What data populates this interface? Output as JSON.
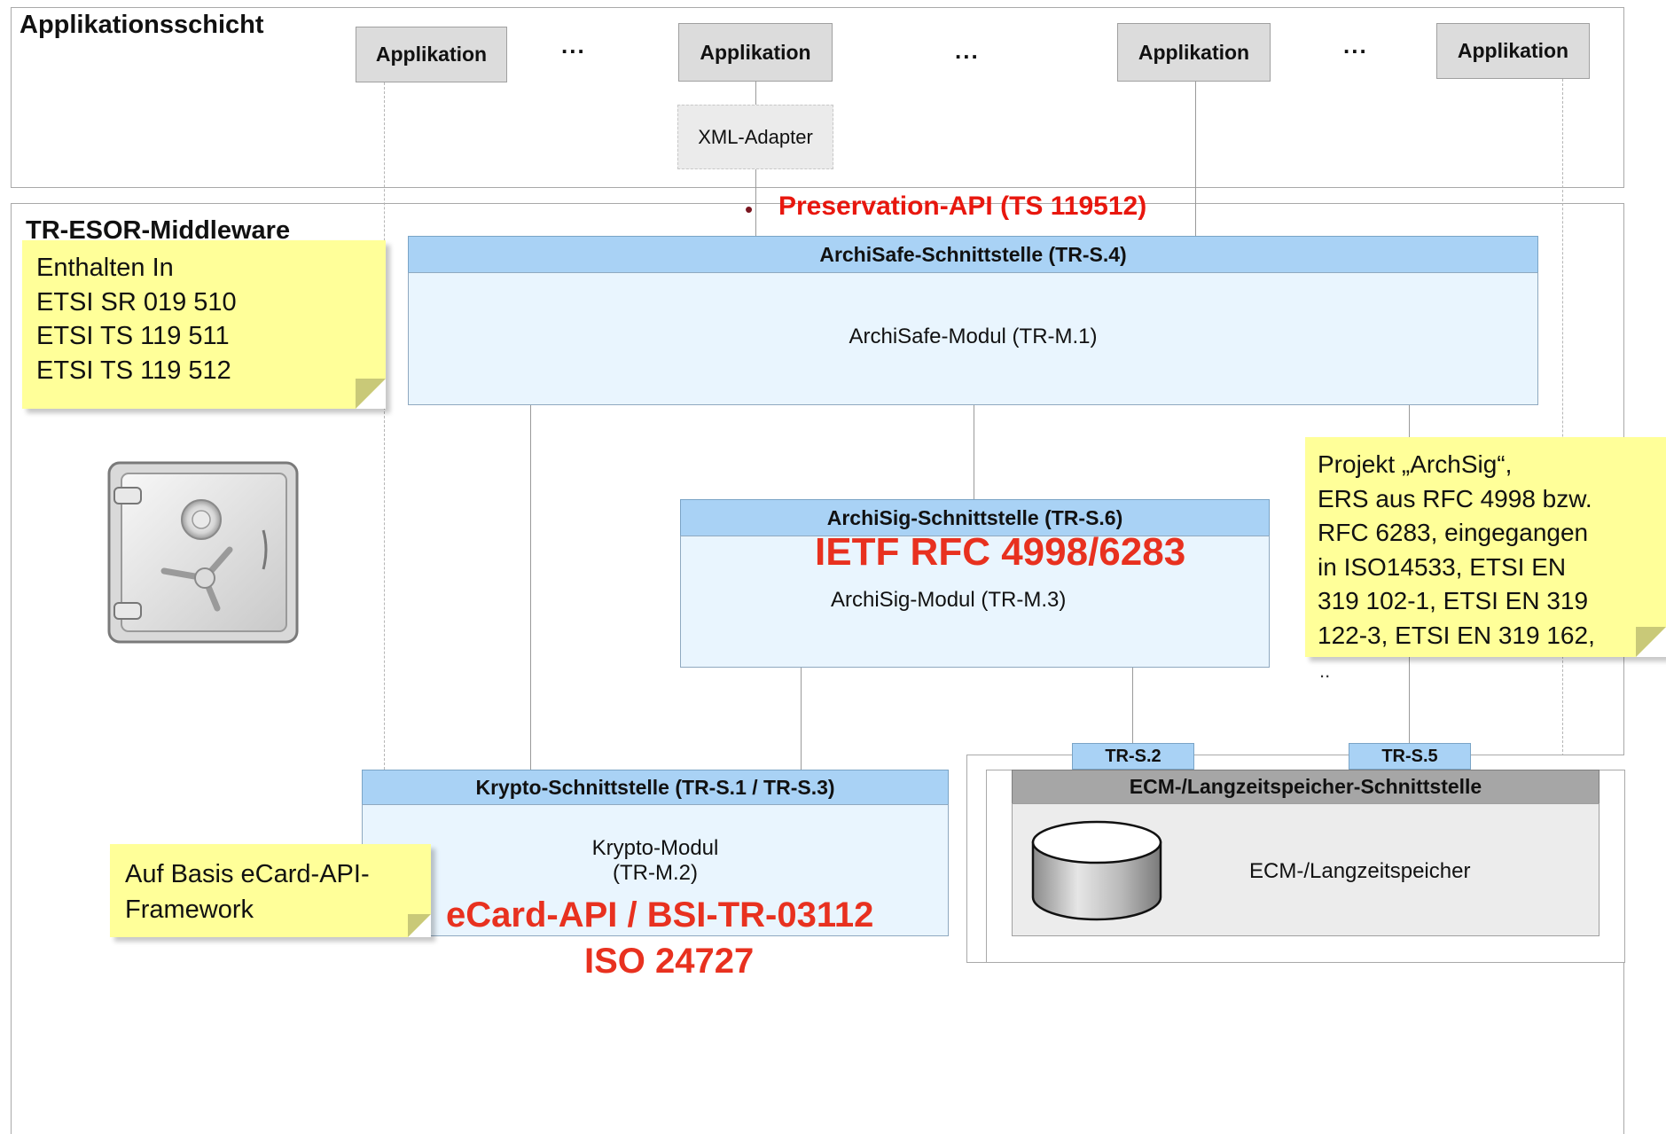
{
  "app_layer": {
    "title": "Applikationsschicht",
    "applications": [
      "Applikation",
      "Applikation",
      "Applikation",
      "Applikation"
    ],
    "ellipsis": [
      "...",
      "...",
      "..."
    ],
    "xml_adapter": "XML-Adapter"
  },
  "middleware": {
    "title": "TR-ESOR-Middleware",
    "preservation_api_bullet": "•",
    "preservation_api": "Preservation-API (TS 119512)",
    "archisafe": {
      "interface": "ArchiSafe-Schnittstelle (TR-S.4)",
      "module": "ArchiSafe-Modul (TR-M.1)"
    },
    "archisig": {
      "interface": "ArchiSig-Schnittstelle (TR-S.6)",
      "standard": "IETF RFC 4998/6283",
      "module": "ArchiSig-Modul (TR-M.3)"
    },
    "krypto": {
      "interface": "Krypto-Schnittstelle (TR-S.1 / TR-S.3)",
      "module_line1": "Krypto-Modul",
      "module_line2": "(TR-M.2)",
      "standard_line1": "eCard-API / BSI-TR-03112",
      "standard_line2": "ISO 24727"
    },
    "storage": {
      "tab_s2": "TR-S.2",
      "tab_s5": "TR-S.5",
      "interface": "ECM-/Langzeitspeicher-Schnittstelle",
      "module": "ECM-/Langzeitspeicher"
    }
  },
  "notes": {
    "etsi": [
      "Enthalten In",
      "ETSI SR 019 510",
      "ETSI TS 119 511",
      "ETSI TS 119 512"
    ],
    "archsig": [
      "Projekt „ArchSig“,",
      "ERS aus RFC 4998 bzw.",
      "RFC 6283, eingegangen",
      "in ISO14533, ETSI EN",
      "319 102-1, ETSI EN 319",
      "122-3, ETSI EN 319 162,",
      ".."
    ],
    "ecard": [
      "Auf Basis eCard-API-",
      "Framework"
    ]
  },
  "icons": {
    "safe": "safe-icon",
    "database": "database-cylinder-icon"
  },
  "colors": {
    "interface_blue": "#a9d2f5",
    "module_light_blue": "#e9f5fe",
    "note_yellow": "#ffff99",
    "standard_red": "#e8311f",
    "preservation_red": "#e8170e",
    "storage_gray": "#a6a6a6"
  }
}
